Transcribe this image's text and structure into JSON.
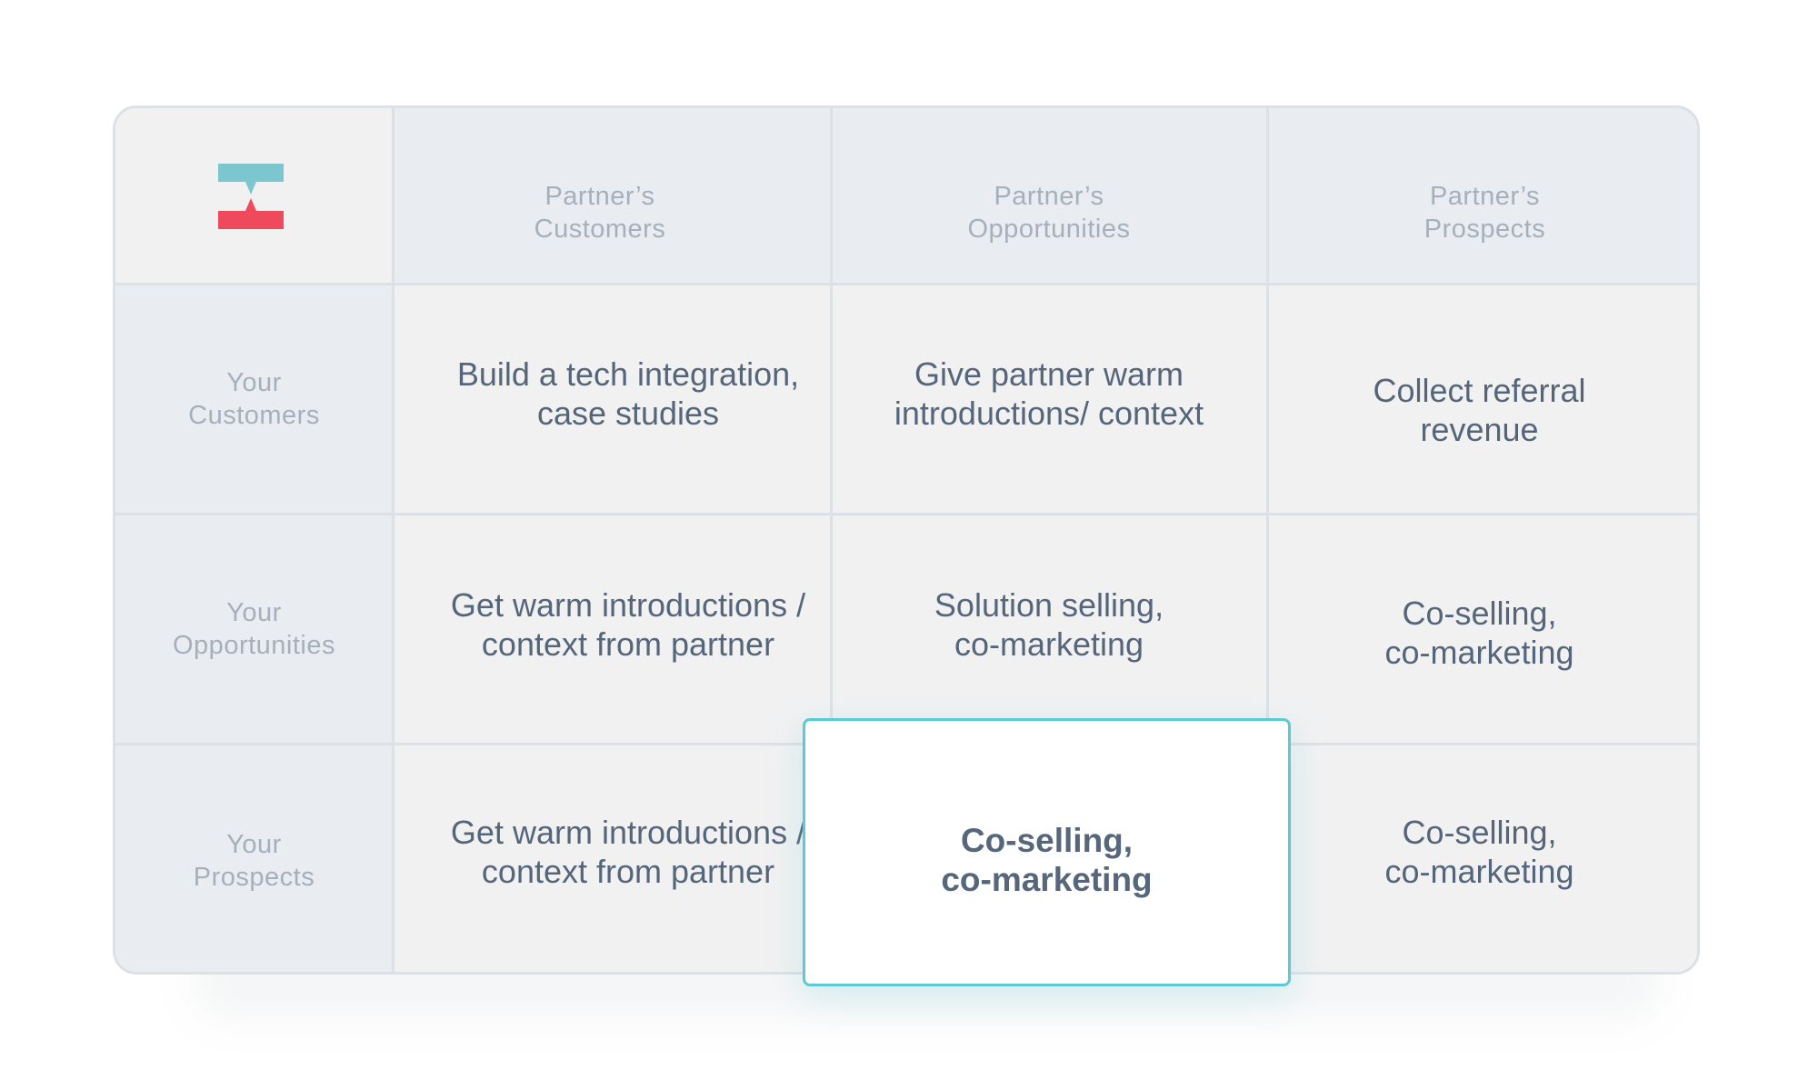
{
  "colors": {
    "header_bg": "#e9ecf0",
    "cell_bg": "#f1f1f2",
    "grid_line": "#dbe1e7",
    "header_text": "#a5b0bc",
    "body_text": "#55667a",
    "highlight_border": "#5cc9d6",
    "logo_top": "#7cc6d0",
    "logo_bottom": "#ef4a5c"
  },
  "corner": {
    "icon": "crossbeam-logo-icon"
  },
  "columns": [
    {
      "label": "Partner’s\nCustomers"
    },
    {
      "label": "Partner’s\nOpportunities"
    },
    {
      "label": "Partner’s\nProspects"
    }
  ],
  "rows": [
    {
      "label": "Your\nCustomers",
      "cells": [
        "Build a tech integration,\ncase studies",
        "Give partner warm\nintroductions/ context",
        "Collect referral\nrevenue"
      ]
    },
    {
      "label": "Your\nOpportunities",
      "cells": [
        "Get warm introductions /\ncontext from partner",
        "Solution selling,\nco-marketing",
        "Co-selling,\nco-marketing"
      ]
    },
    {
      "label": "Your\nProspects",
      "cells": [
        "Get warm introductions /\ncontext from partner",
        "Co-selling,\nco-marketing",
        "Co-selling,\nco-marketing"
      ]
    }
  ],
  "highlighted_cell": {
    "row": 3,
    "column": 2
  }
}
